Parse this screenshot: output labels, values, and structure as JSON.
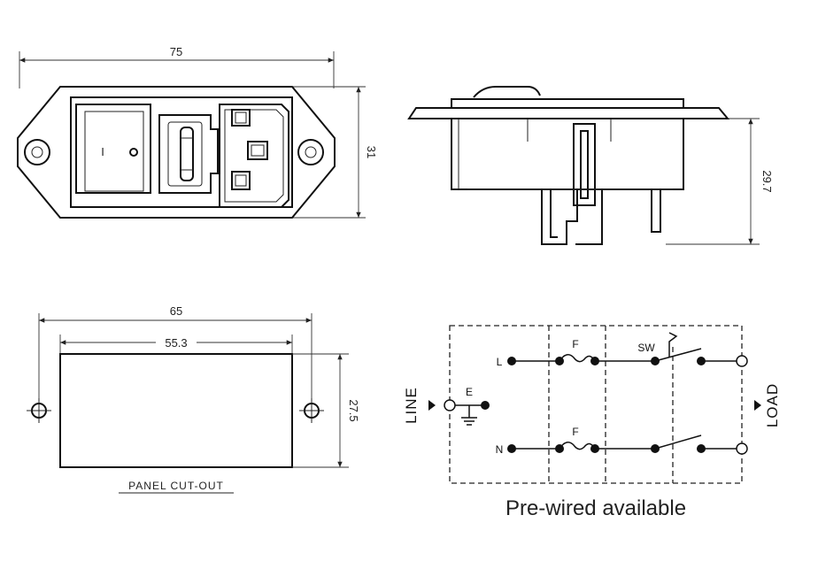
{
  "front_view": {
    "width_dim": "75",
    "height_dim": "31",
    "switch_off_symbol": "I",
    "switch_on_symbol": "O"
  },
  "side_view": {
    "height_dim": "29.7"
  },
  "panel_cutout": {
    "outer_dim": "65",
    "inner_dim": "55.3",
    "height_dim": "27.5",
    "caption": "PANEL CUT-OUT"
  },
  "schematic": {
    "line_label": "LINE",
    "load_label": "LOAD",
    "earth_label": "E",
    "live_label": "L",
    "neutral_label": "N",
    "fuse_label_top": "F",
    "fuse_label_bottom": "F",
    "switch_label": "SW",
    "caption": "Pre-wired available"
  },
  "colors": {
    "line": "#111111",
    "background": "#ffffff"
  }
}
